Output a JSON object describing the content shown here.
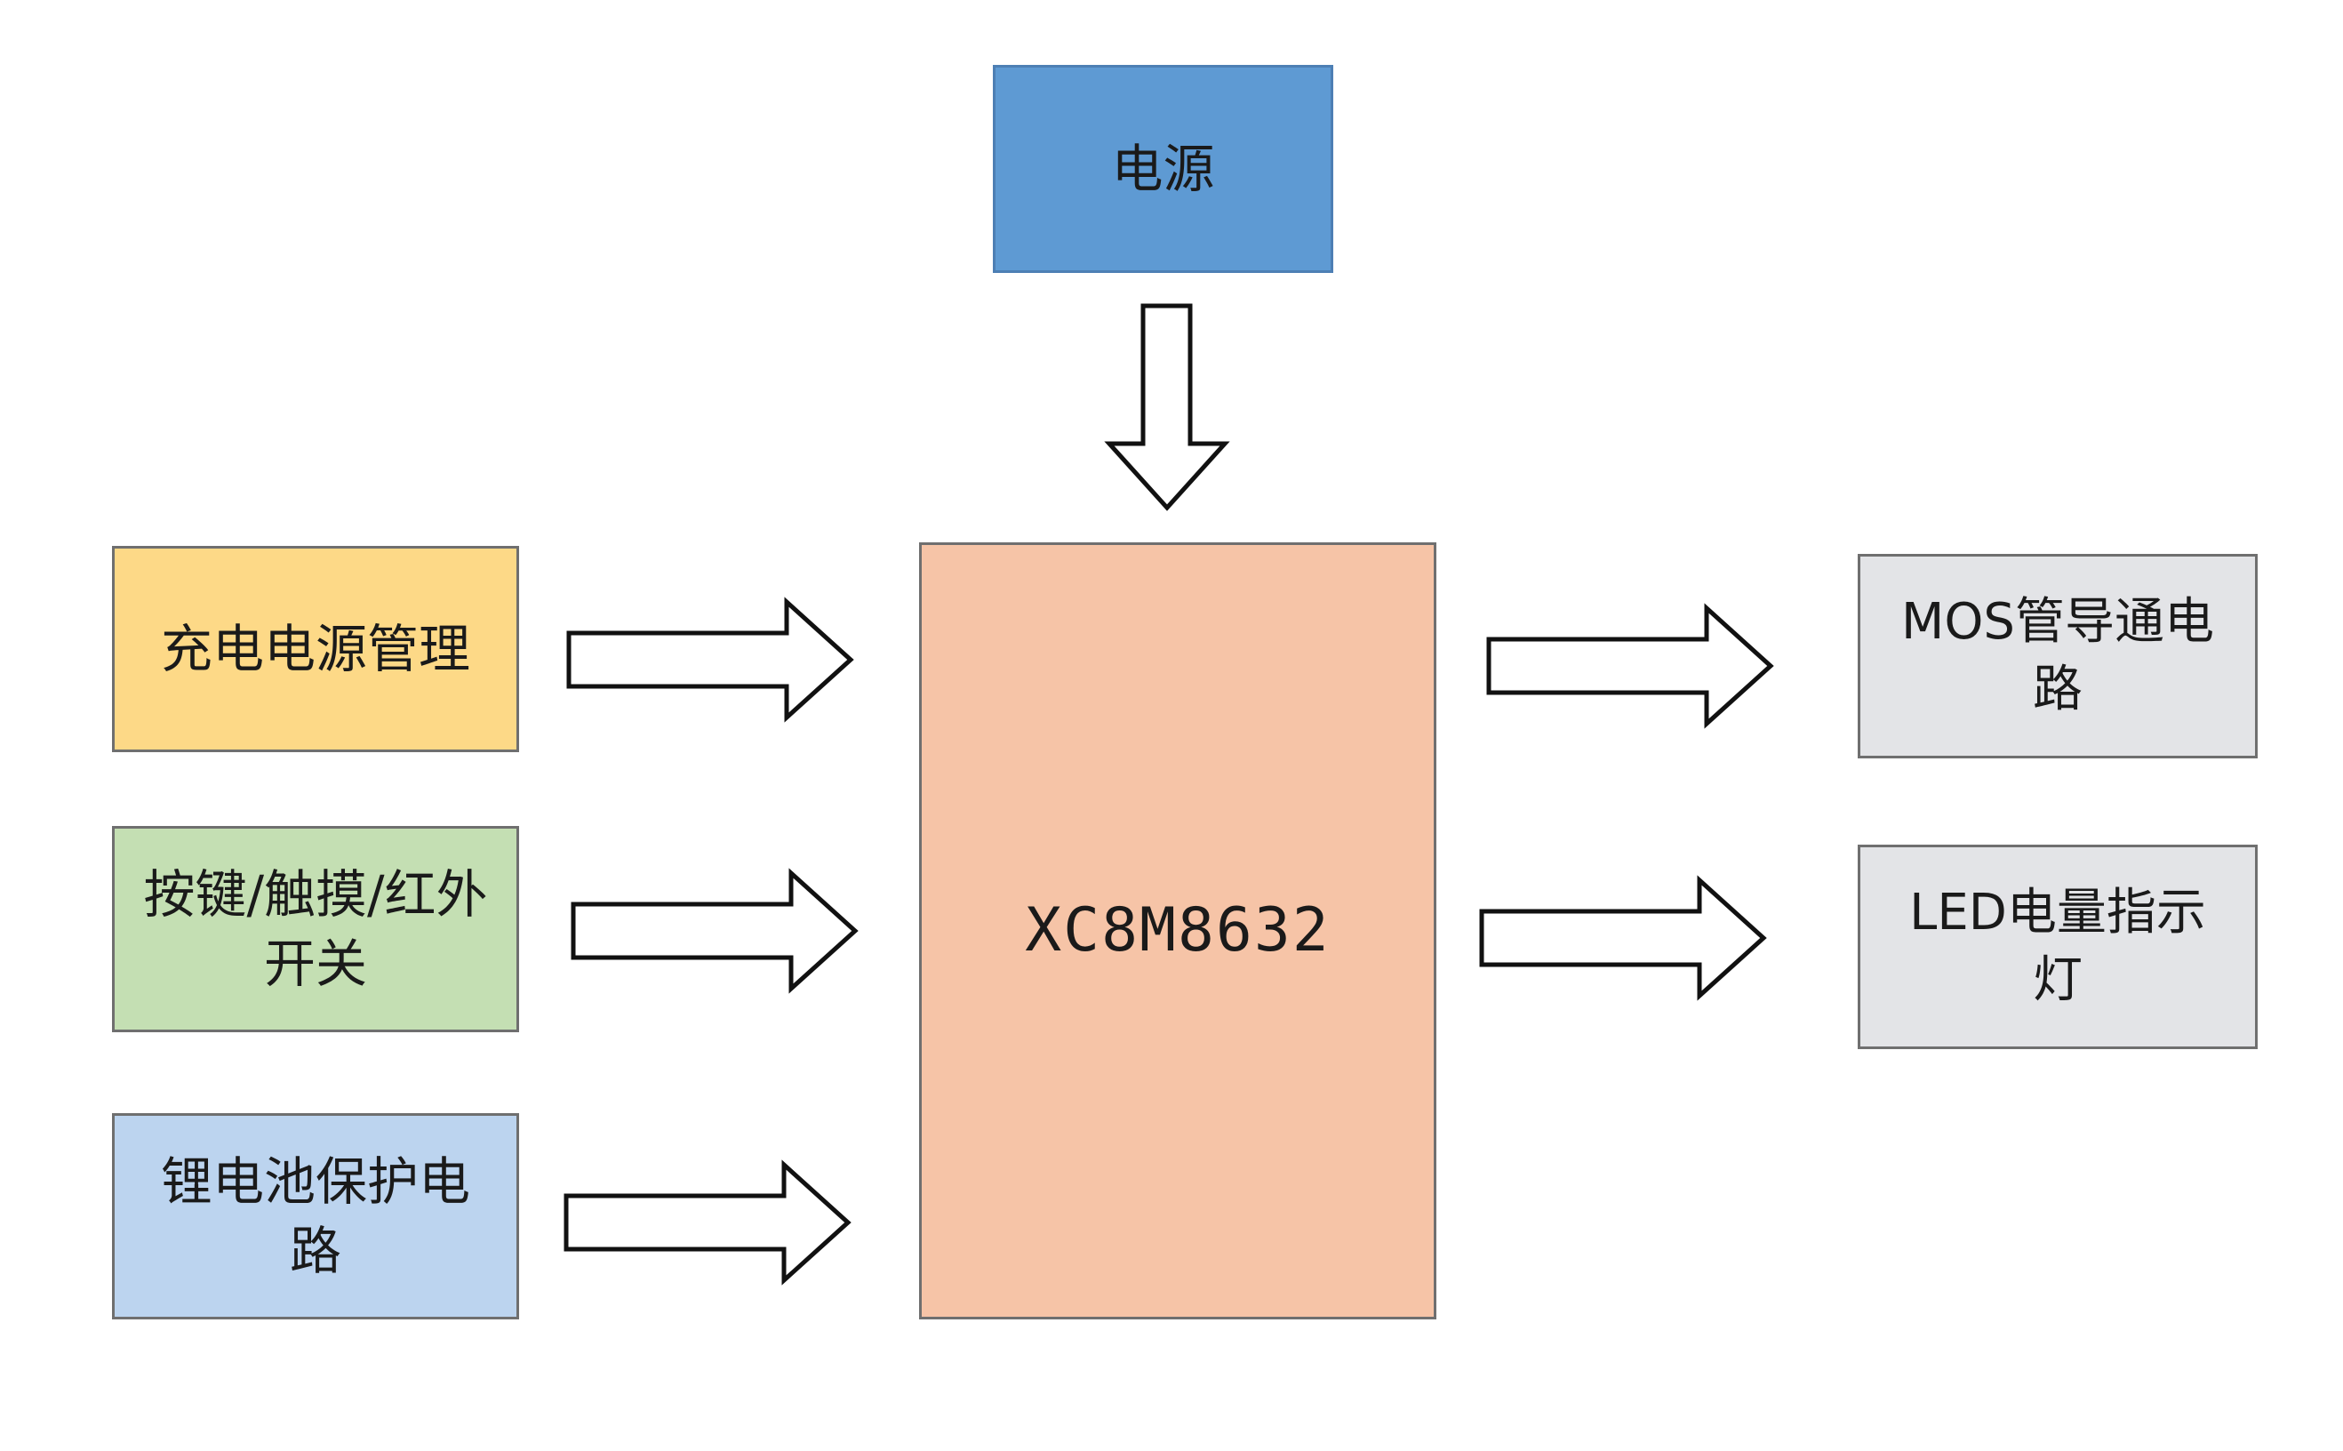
{
  "diagram": {
    "blocks": {
      "power": {
        "label": "电源",
        "color": "#5e9ad3"
      },
      "charge": {
        "label": "充电电源管理",
        "color": "#fdd987"
      },
      "switch": {
        "label": "按键/触摸/红外开关",
        "color": "#c4dfb3"
      },
      "battery": {
        "label": "锂电池保护电路",
        "color": "#bcd4ef"
      },
      "mcu": {
        "label": "XC8M8632",
        "color": "#f6c4a7"
      },
      "mos": {
        "label": "MOS管导通电路",
        "color": "#e3e4e7"
      },
      "led": {
        "label": "LED电量指示灯",
        "color": "#e3e4e7"
      }
    },
    "arrows": {
      "style": "hollow-block-arrow",
      "stroke_color": "#111111"
    }
  }
}
